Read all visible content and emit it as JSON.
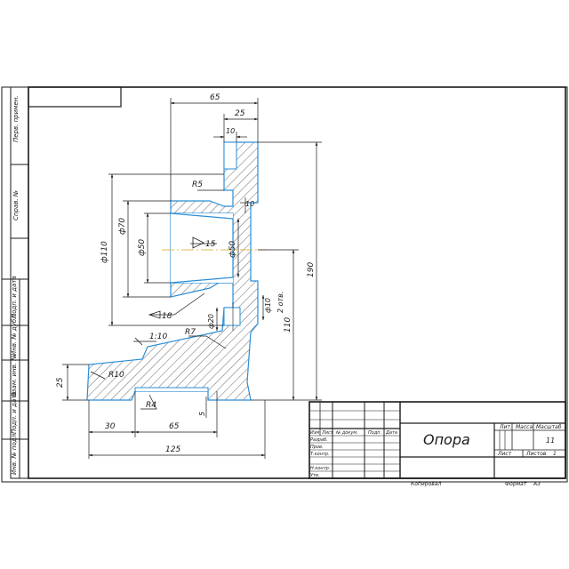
{
  "drawing": {
    "title": "Опора",
    "sheet_number": "11",
    "sheet_label": "Лист",
    "sheets_label": "Листов",
    "sheets_count": "1",
    "format_label": "Формат",
    "format_value": "А3",
    "copied_label": "Копировал",
    "header_lit": "Лит.",
    "header_mass": "Масса",
    "header_scale": "Масштаб",
    "row_labels": [
      "Изм",
      "Лист",
      "№ докум.",
      "Подп.",
      "Дата"
    ],
    "left_labels": [
      "Разраб.",
      "Пров.",
      "Т.контр.",
      "Н.контр.",
      "Утв."
    ],
    "side_strip": [
      "Перв. примен.",
      "Справ. №",
      "Подп. и дата",
      "Инв. № дубл.",
      "Взам. инв. №",
      "Подп. и дата",
      "Инв. № подл."
    ]
  },
  "dimensions": {
    "top_width": "65",
    "top_width_small": "25",
    "top_slot": "10",
    "radius_r5": "R5",
    "hole_10_right": "10",
    "dia_110": "ф110",
    "dia_70": "ф70",
    "dia_50_left": "ф50",
    "dia_50_right": "ф50",
    "taper_15": "15",
    "taper_18": "18",
    "height_190": "190",
    "dia_10_lower": "ф10",
    "two_holes": "2 отв.",
    "height_110": "110",
    "dia_20": "ф20",
    "radius_r7": "R7",
    "slope_110": "1:10",
    "radius_r10": "R10",
    "radius_r4": "R4",
    "base_25": "25",
    "base_5": "5",
    "base_30": "30",
    "base_65": "65",
    "base_125": "125"
  },
  "colors": {
    "line": "#1a1a1a",
    "body_edge": "#2a8ed6",
    "axis": "#d9a21b"
  }
}
